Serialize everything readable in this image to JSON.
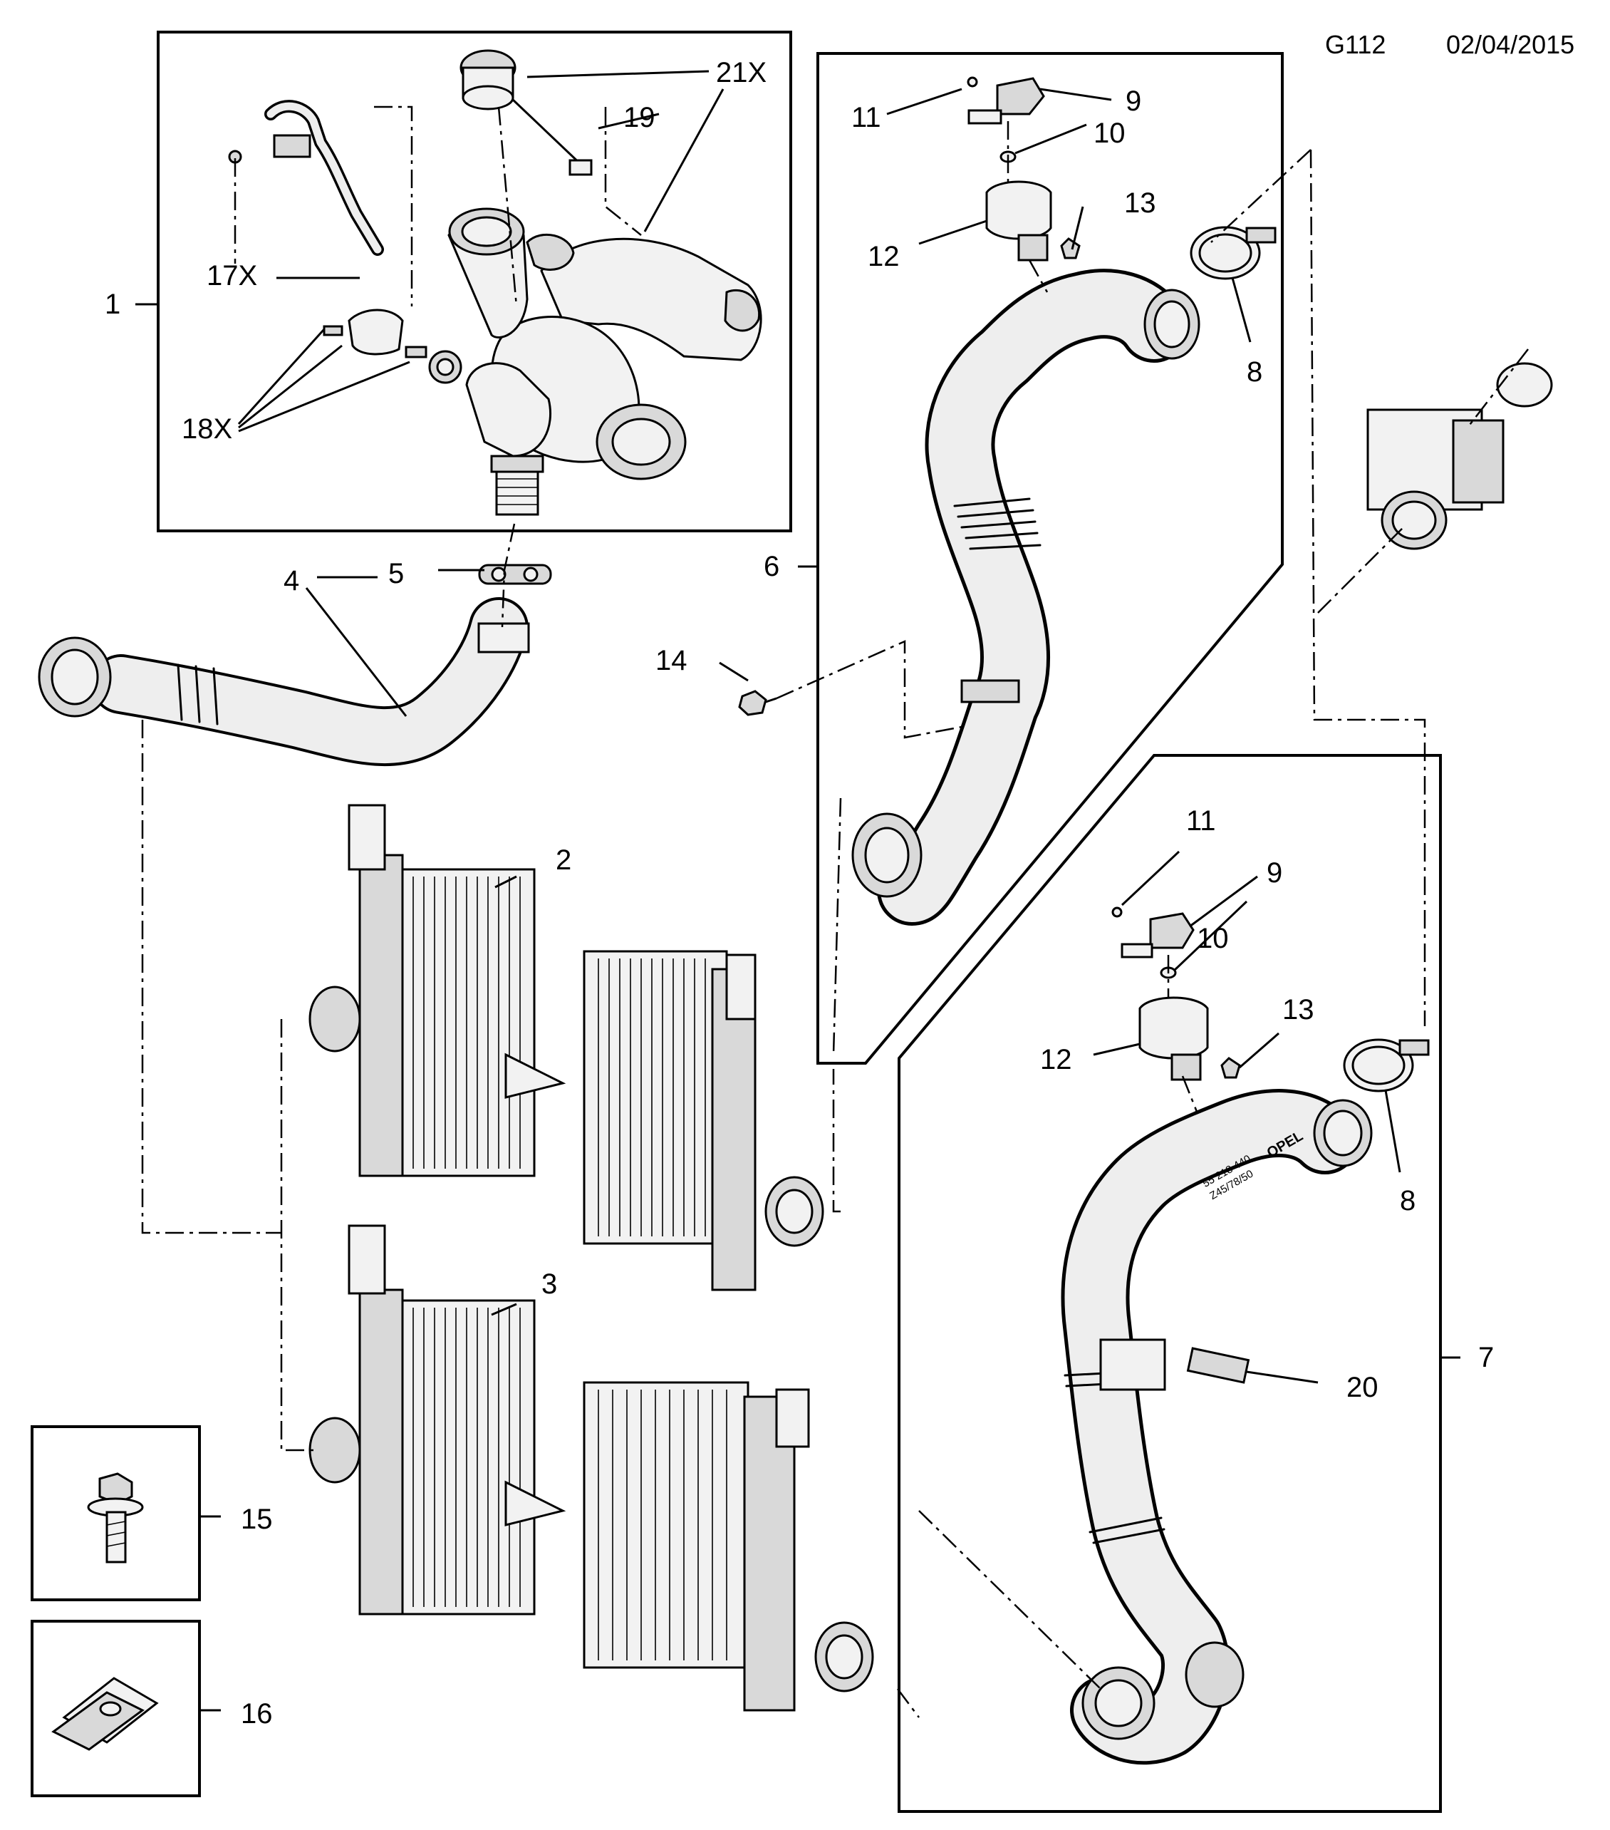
{
  "header": {
    "page_code": "G112",
    "date": "02/04/2015"
  },
  "callouts": {
    "c1": "1",
    "c2": "2",
    "c3": "3",
    "c4": "4",
    "c5": "5",
    "c6": "6",
    "c7": "7",
    "c8a": "8",
    "c8b": "8",
    "c9a": "9",
    "c9b": "9",
    "c10a": "10",
    "c10b": "10",
    "c11a": "11",
    "c11b": "11",
    "c12a": "12",
    "c12b": "12",
    "c13a": "13",
    "c13b": "13",
    "c14": "14",
    "c15": "15",
    "c16": "16",
    "c17x": "17X",
    "c18x": "18X",
    "c19": "19",
    "c20": "20",
    "c21x": "21X"
  },
  "hose_marking": {
    "line1": "55 218 440",
    "line2": "Z45/78/50",
    "brand": "OPEL"
  }
}
